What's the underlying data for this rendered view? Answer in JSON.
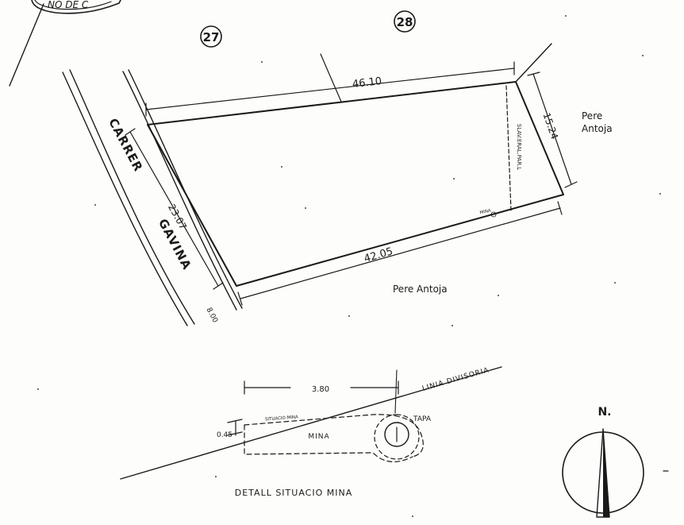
{
  "stamp": {
    "text": "NO DE C"
  },
  "parcels": {
    "left": "27",
    "right": "28"
  },
  "street": {
    "word1": "CARRER",
    "word2": "GAVINA"
  },
  "neighbors": {
    "east_line1": "Pere",
    "east_line2": "Antoja",
    "south": "Pere Antoja"
  },
  "dimensions": {
    "north": "46.10",
    "east": "15.24",
    "south": "42.05",
    "west": "23.07",
    "street_width": "8.00",
    "east_note": "SLAV.ERAL.PAR.L",
    "mine_marker": "MINA"
  },
  "detail": {
    "title": "DETALL SITUACIO MINA",
    "width": "3.80",
    "offset": "0.45",
    "mine": "MINA",
    "lid": "TAPA",
    "boundary": "LINIA DIVISORIA",
    "small_note": "SITUACIO MINA"
  },
  "north_arrow": {
    "label": "N."
  }
}
